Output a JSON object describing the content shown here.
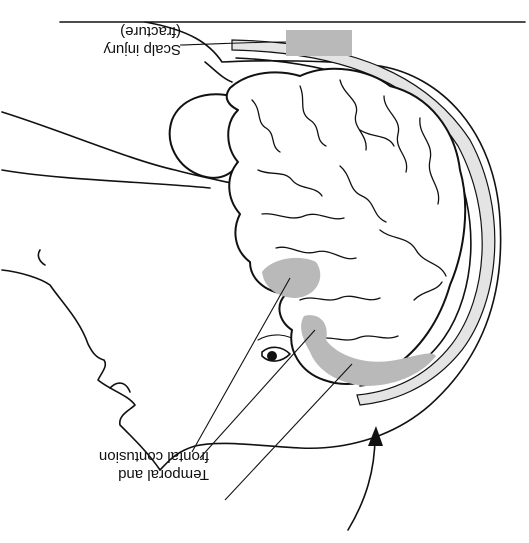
{
  "labels": {
    "scalp_line1": "Scalp injury",
    "scalp_line2": "(fracture)",
    "contusion_line1": "Temporal and",
    "contusion_line2": "frontal contusion"
  },
  "colors": {
    "ink": "#111111",
    "contusion_fill": "#b9b9b9",
    "skull_stipple": "#e4e4e4",
    "background": "#ffffff"
  }
}
